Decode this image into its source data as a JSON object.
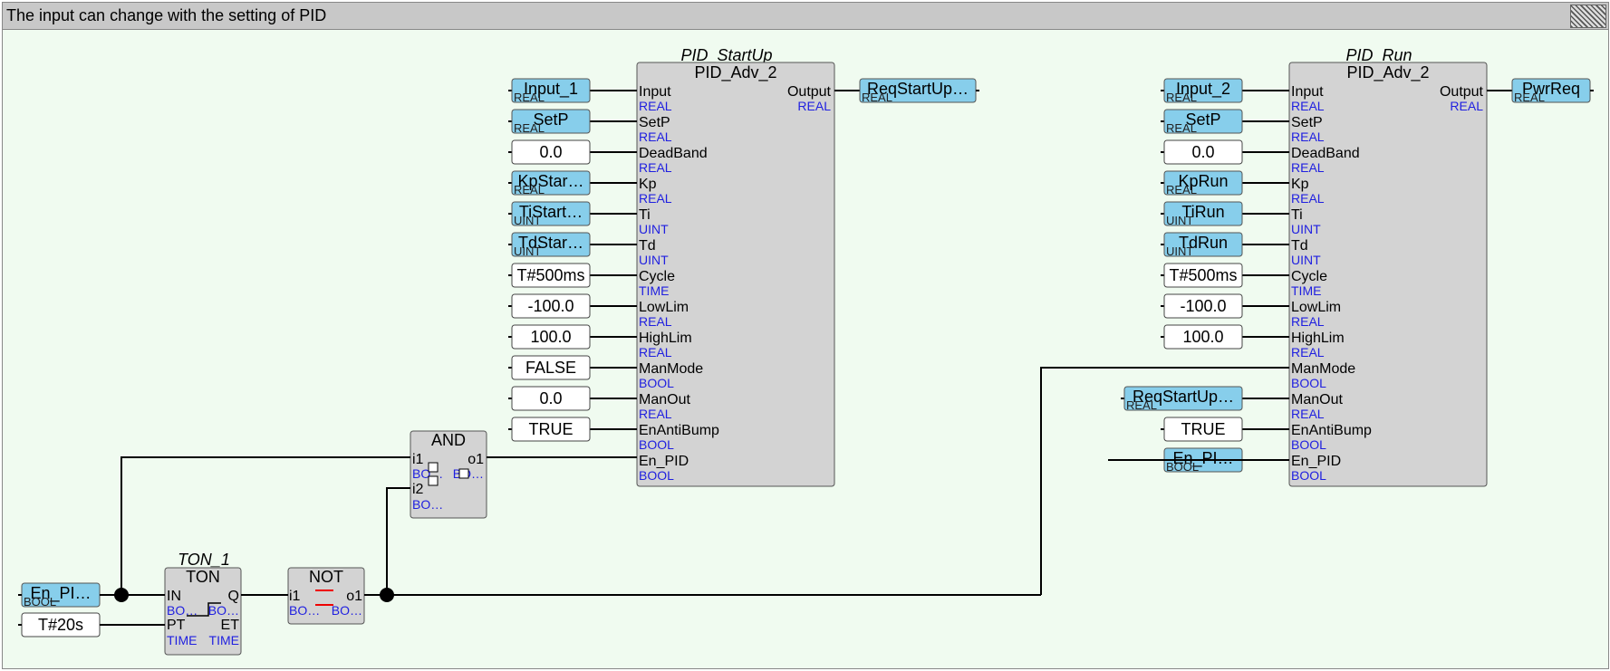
{
  "title": "The input can change with the setting of PID",
  "pid_startup": {
    "instance": "PID_StartUp",
    "type": "PID_Adv_2",
    "output_pin": "Output",
    "output_type": "REAL",
    "output_var": "ReqStartUp…",
    "output_var_type": "REAL",
    "pins": [
      {
        "name": "Input",
        "type": "REAL"
      },
      {
        "name": "SetP",
        "type": "REAL"
      },
      {
        "name": "DeadBand",
        "type": "REAL"
      },
      {
        "name": "Kp",
        "type": "REAL"
      },
      {
        "name": "Ti",
        "type": "UINT"
      },
      {
        "name": "Td",
        "type": "UINT"
      },
      {
        "name": "Cycle",
        "type": "TIME"
      },
      {
        "name": "LowLim",
        "type": "REAL"
      },
      {
        "name": "HighLim",
        "type": "REAL"
      },
      {
        "name": "ManMode",
        "type": "BOOL"
      },
      {
        "name": "ManOut",
        "type": "REAL"
      },
      {
        "name": "EnAntiBump",
        "type": "BOOL"
      },
      {
        "name": "En_PID",
        "type": "BOOL"
      }
    ],
    "inputs": [
      {
        "kind": "var",
        "text": "Input_1",
        "type": "REAL"
      },
      {
        "kind": "var",
        "text": "SetP",
        "type": "REAL"
      },
      {
        "kind": "const",
        "text": "0.0"
      },
      {
        "kind": "var",
        "text": "KpStar…",
        "type": "REAL"
      },
      {
        "kind": "var",
        "text": "TiStart…",
        "type": "UINT"
      },
      {
        "kind": "var",
        "text": "TdStar…",
        "type": "UINT"
      },
      {
        "kind": "const",
        "text": "T#500ms"
      },
      {
        "kind": "const",
        "text": "-100.0"
      },
      {
        "kind": "const",
        "text": "100.0"
      },
      {
        "kind": "const",
        "text": "FALSE"
      },
      {
        "kind": "const",
        "text": "0.0"
      },
      {
        "kind": "const",
        "text": "TRUE"
      }
    ]
  },
  "pid_run": {
    "instance": "PID_Run",
    "type": "PID_Adv_2",
    "output_pin": "Output",
    "output_type": "REAL",
    "output_var": "PwrReq",
    "output_var_type": "REAL",
    "pins": [
      {
        "name": "Input",
        "type": "REAL"
      },
      {
        "name": "SetP",
        "type": "REAL"
      },
      {
        "name": "DeadBand",
        "type": "REAL"
      },
      {
        "name": "Kp",
        "type": "REAL"
      },
      {
        "name": "Ti",
        "type": "UINT"
      },
      {
        "name": "Td",
        "type": "UINT"
      },
      {
        "name": "Cycle",
        "type": "TIME"
      },
      {
        "name": "LowLim",
        "type": "REAL"
      },
      {
        "name": "HighLim",
        "type": "REAL"
      },
      {
        "name": "ManMode",
        "type": "BOOL"
      },
      {
        "name": "ManOut",
        "type": "REAL"
      },
      {
        "name": "EnAntiBump",
        "type": "BOOL"
      },
      {
        "name": "En_PID",
        "type": "BOOL"
      }
    ],
    "inputs": [
      {
        "kind": "var",
        "text": "Input_2",
        "type": "REAL"
      },
      {
        "kind": "var",
        "text": "SetP",
        "type": "REAL"
      },
      {
        "kind": "const",
        "text": "0.0"
      },
      {
        "kind": "var",
        "text": "KpRun",
        "type": "REAL"
      },
      {
        "kind": "var",
        "text": "TiRun",
        "type": "UINT"
      },
      {
        "kind": "var",
        "text": "TdRun",
        "type": "UINT"
      },
      {
        "kind": "const",
        "text": "T#500ms"
      },
      {
        "kind": "const",
        "text": "-100.0"
      },
      {
        "kind": "const",
        "text": "100.0"
      },
      {
        "kind": "none",
        "text": ""
      },
      {
        "kind": "var",
        "text": "ReqStartUp…",
        "type": "REAL"
      },
      {
        "kind": "const",
        "text": "TRUE"
      },
      {
        "kind": "var",
        "text": "En_PI…",
        "type": "BOOL"
      }
    ]
  },
  "and_block": {
    "type": "AND",
    "in1": "i1",
    "in2": "i2",
    "out": "o1",
    "in1_type": "BO…",
    "in2_type": "BO…",
    "out_type": "BO…"
  },
  "not_block": {
    "type": "NOT",
    "in1": "i1",
    "out": "o1",
    "in1_type": "BO…",
    "out_type": "BO…"
  },
  "ton_block": {
    "instance": "TON_1",
    "type": "TON",
    "in1": "IN",
    "in2": "PT",
    "out1": "Q",
    "out2": "ET",
    "in1_type": "BO…",
    "in2_type": "TIME",
    "out1_type": "BO…",
    "out2_type": "TIME"
  },
  "en_var": {
    "text": "En_PI…",
    "type": "BOOL"
  },
  "pt_const": {
    "text": "T#20s"
  },
  "colors": {
    "var_fill": "#87ceeb",
    "block_fill": "#d3d3d3",
    "type_text": "#1f1fe0",
    "background": "#f0fbf0"
  }
}
